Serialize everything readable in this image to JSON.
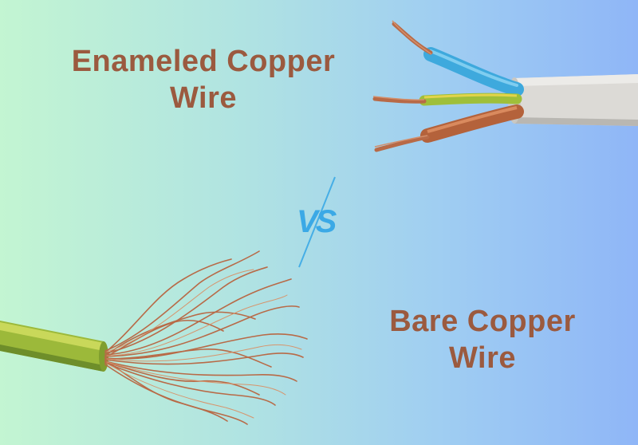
{
  "headline_enameled": {
    "line1": "Enameled Copper",
    "line2": "Wire"
  },
  "vs_label": "VS",
  "headline_bare": {
    "line1": "Bare Copper",
    "line2": "Wire"
  },
  "colors": {
    "title_text": "#9b5a3f",
    "vs_accent": "#3ba9e6",
    "copper": "#b86a47",
    "cable_sheath": "#dcdad6",
    "insulation_blue": "#3ea9dd",
    "insulation_green_yellow": "#9fbf3a"
  },
  "icons": [
    "three-core-cable-photo",
    "stranded-copper-wire-photo",
    "vs-divider-slash"
  ]
}
